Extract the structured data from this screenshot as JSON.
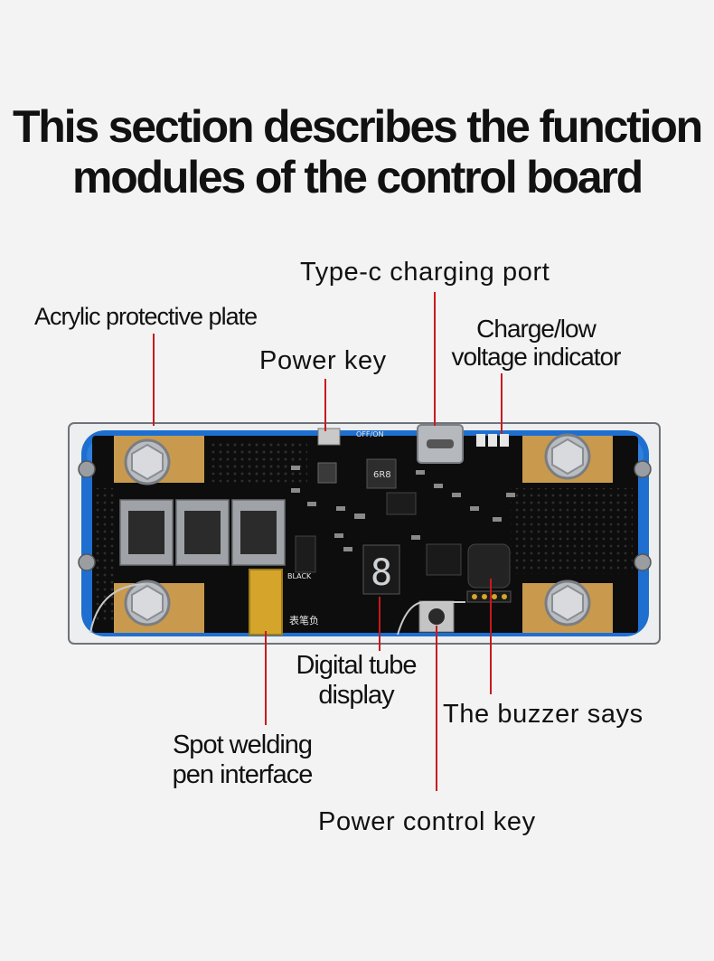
{
  "title": {
    "line1": "This section describes the function",
    "line2": "modules of the control board"
  },
  "labels": {
    "acrylic_plate": "Acrylic protective plate",
    "typec_port": "Type-c charging port",
    "power_key": "Power key",
    "indicator_line1": "Charge/low",
    "indicator_line2": "voltage indicator",
    "digital_line1": "Digital tube",
    "digital_line2": "display",
    "buzzer": "The buzzer says",
    "pen_line1": "Spot welding",
    "pen_line2": "pen interface",
    "power_control": "Power control key"
  },
  "board_print": {
    "pen_neg": "表笔负",
    "black": "BLACK",
    "digit": "8",
    "inductor": "6R8",
    "off_on": "OFF/ON"
  },
  "colors": {
    "callout_line": "#c8191d",
    "pcb": "#0d0d0d",
    "blue_tray": "#1e6fd0",
    "copper_pad": "#c99a4d"
  }
}
